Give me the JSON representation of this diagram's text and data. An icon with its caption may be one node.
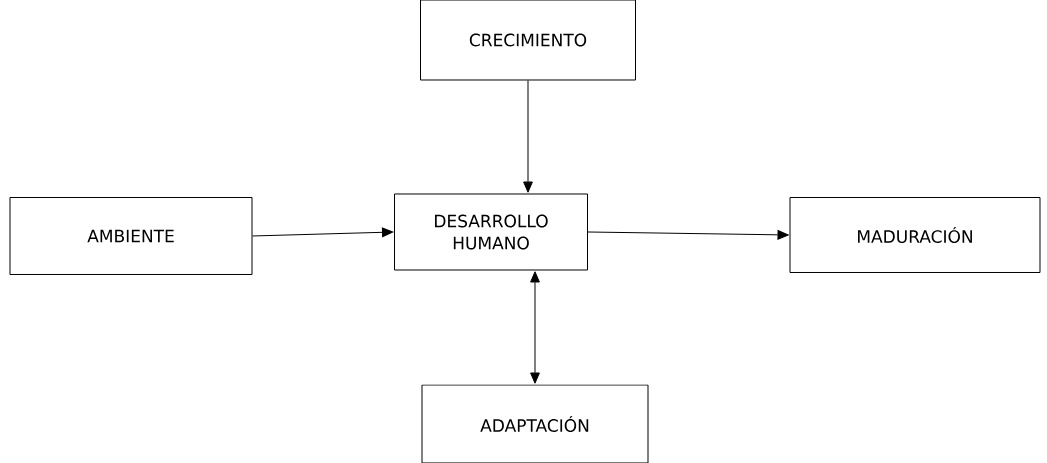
{
  "diagram": {
    "nodes": [
      {
        "text": [
          "CRECIMIENTO"
        ]
      },
      {
        "text": [
          "AMBIENTE"
        ]
      },
      {
        "text": [
          "DESARROLLO HUMANO"
        ]
      },
      {
        "text": [
          "MADURACIÓN"
        ]
      },
      {
        "text": [
          "ADAPTACIÓN"
        ]
      }
    ],
    "edges": [
      {
        "from": 0,
        "to": 2,
        "arrow": "to"
      },
      {
        "from": 1,
        "to": 2,
        "arrow": "to"
      },
      {
        "from": 2,
        "to": 3,
        "arrow": "to"
      },
      {
        "from": 2,
        "to": 4,
        "arrow": "both"
      }
    ]
  }
}
